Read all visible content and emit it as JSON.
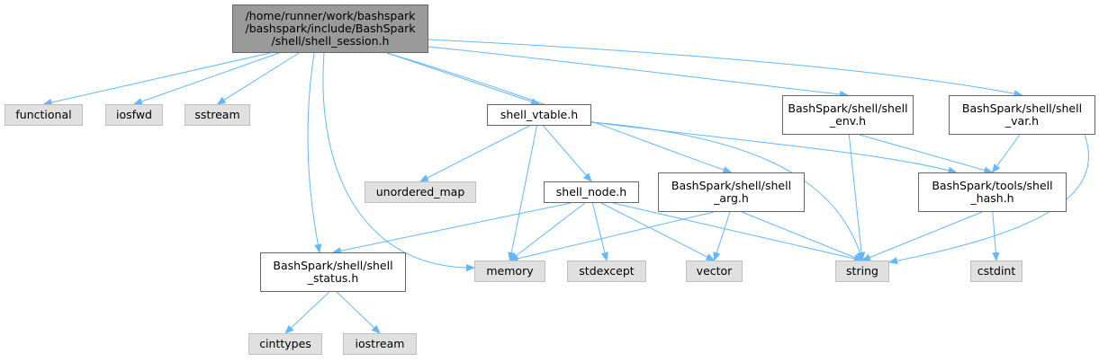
{
  "nodes": {
    "root": {
      "label": "/home/runner/work/bashspark\n/bashspark/include/BashSpark\n/shell/shell_session.h",
      "kind": "root"
    },
    "functional": {
      "label": "functional",
      "kind": "sys"
    },
    "iosfwd": {
      "label": "iosfwd",
      "kind": "sys"
    },
    "sstream": {
      "label": "sstream",
      "kind": "sys"
    },
    "shell_vtable": {
      "label": "shell_vtable.h",
      "kind": "local"
    },
    "shell_env": {
      "label": "BashSpark/shell/shell\n_env.h",
      "kind": "local"
    },
    "shell_var": {
      "label": "BashSpark/shell/shell\n_var.h",
      "kind": "local"
    },
    "unordered_map": {
      "label": "unordered_map",
      "kind": "sys"
    },
    "shell_node": {
      "label": "shell_node.h",
      "kind": "local"
    },
    "shell_arg": {
      "label": "BashSpark/shell/shell\n_arg.h",
      "kind": "local"
    },
    "shell_hash": {
      "label": "BashSpark/tools/shell\n_hash.h",
      "kind": "local"
    },
    "shell_status": {
      "label": "BashSpark/shell/shell\n_status.h",
      "kind": "local"
    },
    "memory": {
      "label": "memory",
      "kind": "sys"
    },
    "stdexcept": {
      "label": "stdexcept",
      "kind": "sys"
    },
    "vector": {
      "label": "vector",
      "kind": "sys"
    },
    "string": {
      "label": "string",
      "kind": "sys"
    },
    "cstdint": {
      "label": "cstdint",
      "kind": "sys"
    },
    "cinttypes": {
      "label": "cinttypes",
      "kind": "sys"
    },
    "iostream": {
      "label": "iostream",
      "kind": "sys"
    }
  },
  "edges": [
    [
      "root",
      "functional"
    ],
    [
      "root",
      "iosfwd"
    ],
    [
      "root",
      "sstream"
    ],
    [
      "root",
      "shell_vtable"
    ],
    [
      "root",
      "shell_env"
    ],
    [
      "root",
      "shell_var"
    ],
    [
      "root",
      "shell_arg"
    ],
    [
      "root",
      "shell_status"
    ],
    [
      "root",
      "memory"
    ],
    [
      "shell_vtable",
      "unordered_map"
    ],
    [
      "shell_vtable",
      "shell_node"
    ],
    [
      "shell_vtable",
      "memory"
    ],
    [
      "shell_vtable",
      "string"
    ],
    [
      "shell_vtable",
      "shell_hash"
    ],
    [
      "shell_env",
      "shell_hash"
    ],
    [
      "shell_env",
      "string"
    ],
    [
      "shell_var",
      "shell_hash"
    ],
    [
      "shell_var",
      "string"
    ],
    [
      "shell_node",
      "shell_status"
    ],
    [
      "shell_node",
      "memory"
    ],
    [
      "shell_node",
      "stdexcept"
    ],
    [
      "shell_node",
      "vector"
    ],
    [
      "shell_node",
      "string"
    ],
    [
      "shell_arg",
      "memory"
    ],
    [
      "shell_arg",
      "vector"
    ],
    [
      "shell_arg",
      "string"
    ],
    [
      "shell_hash",
      "string"
    ],
    [
      "shell_hash",
      "cstdint"
    ],
    [
      "shell_status",
      "cinttypes"
    ],
    [
      "shell_status",
      "iostream"
    ]
  ],
  "colors": {
    "edge": "#63b8ff",
    "root_fill": "#9a9a9a",
    "sys_fill": "#e0e0e0",
    "local_border": "#666666"
  }
}
